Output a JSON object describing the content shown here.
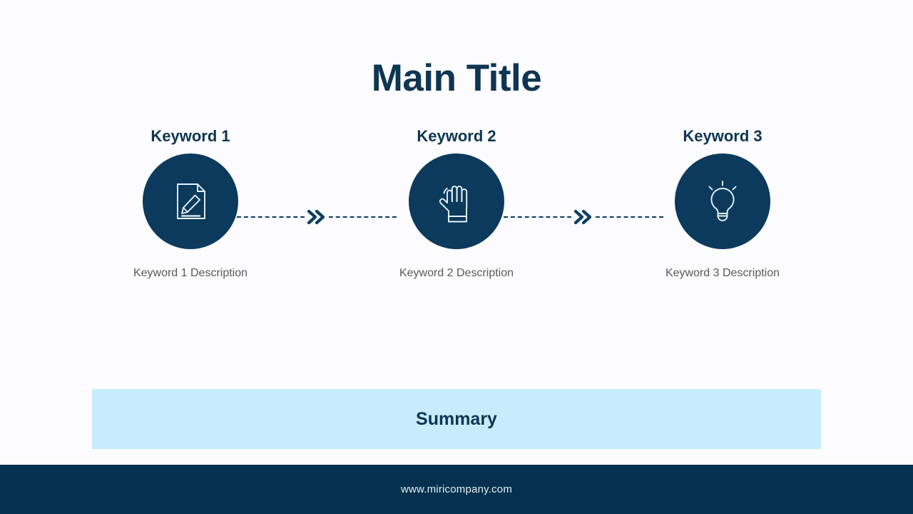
{
  "slide": {
    "title": "Main Title",
    "background_color": "#fcfbfd",
    "accent_navy": "#0b3a5c",
    "title_color": "#0d3652",
    "description_color": "#5a5a5a"
  },
  "steps": [
    {
      "heading": "Keyword 1",
      "description": "Keyword 1 Description",
      "icon": "document-pencil-icon",
      "circle_color": "#0b3a5c"
    },
    {
      "heading": "Keyword 2",
      "description": "Keyword 2 Description",
      "icon": "hand-icon",
      "circle_color": "#0b3a5c"
    },
    {
      "heading": "Keyword 3",
      "description": "Keyword 3 Description",
      "icon": "lightbulb-icon",
      "circle_color": "#0b3a5c"
    }
  ],
  "connectors": [
    {
      "icon": "double-chevron-right-icon",
      "line_style": "dashed",
      "color": "#0d3e5e"
    },
    {
      "icon": "double-chevron-right-icon",
      "line_style": "dashed",
      "color": "#0d3e5e"
    }
  ],
  "summary": {
    "label": "Summary",
    "background_color": "#c8ecfd",
    "text_color": "#0d3652"
  },
  "footer": {
    "url": "www.miricompany.com",
    "background_color": "#03314f",
    "text_color": "#e8eef3"
  }
}
